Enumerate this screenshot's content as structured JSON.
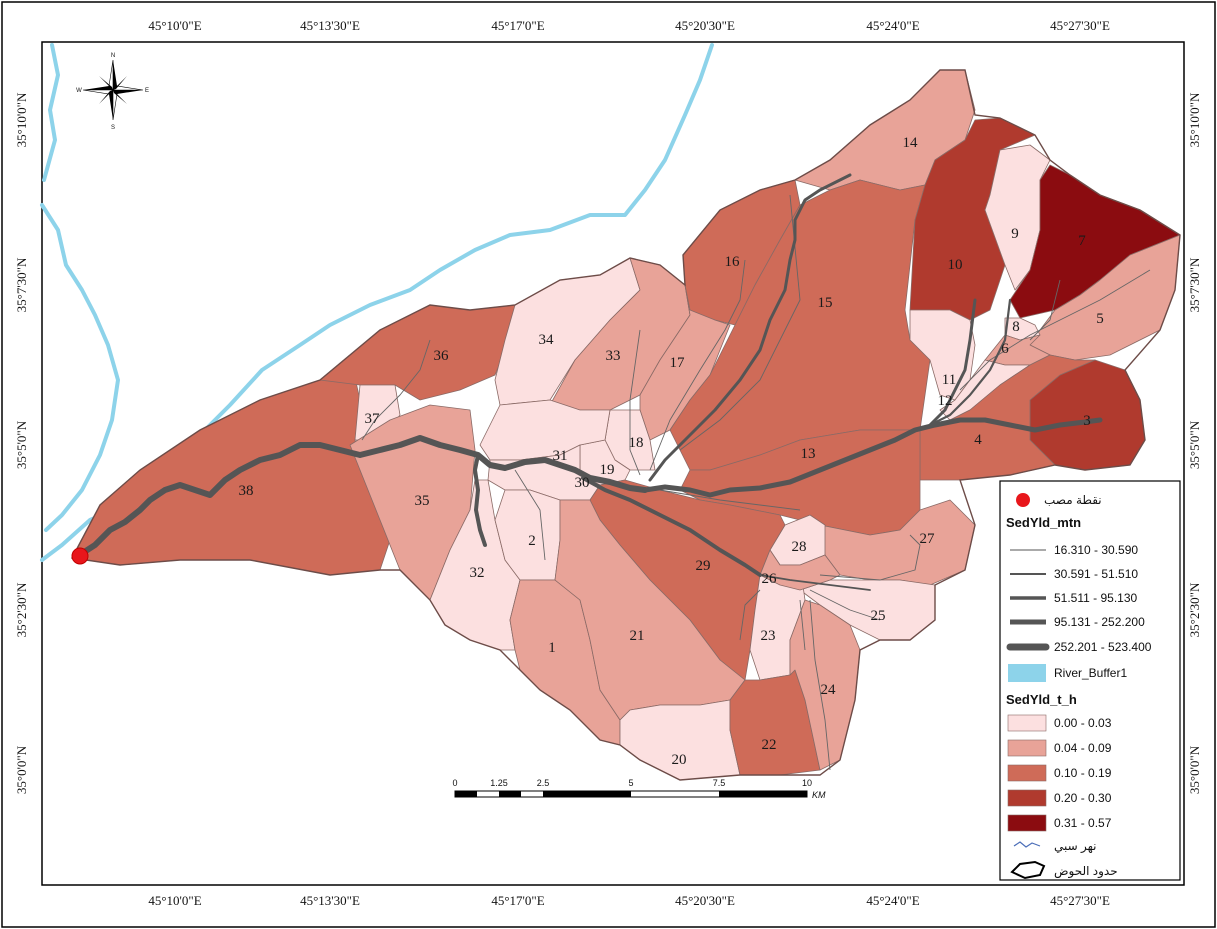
{
  "map": {
    "top_lon_labels": [
      "45°10'0\"E",
      "45°13'30\"E",
      "45°17'0\"E",
      "45°20'30\"E",
      "45°24'0\"E",
      "45°27'30\"E"
    ],
    "bottom_lon_labels": [
      "45°10'0\"E",
      "45°13'30\"E",
      "45°17'0\"E",
      "45°20'30\"E",
      "45°24'0\"E",
      "45°27'30\"E"
    ],
    "left_lat_labels": [
      "35°10'0\"N",
      "35°7'30\"N",
      "35°5'0\"N",
      "35°2'30\"N",
      "35°0'0\"N"
    ],
    "right_lat_labels": [
      "35°10'0\"N",
      "35°7'30\"N",
      "35°5'0\"N",
      "35°2'30\"N",
      "35°0'0\"N"
    ],
    "river_color": "#8dd3ea",
    "stream_color": "#555555",
    "subbasins": [
      {
        "id": "1",
        "class": 1
      },
      {
        "id": "2",
        "class": 0
      },
      {
        "id": "3",
        "class": 3
      },
      {
        "id": "4",
        "class": 2
      },
      {
        "id": "5",
        "class": 1
      },
      {
        "id": "6",
        "class": 1
      },
      {
        "id": "7",
        "class": 4
      },
      {
        "id": "8",
        "class": 0
      },
      {
        "id": "9",
        "class": 0
      },
      {
        "id": "10",
        "class": 3
      },
      {
        "id": "11",
        "class": 0
      },
      {
        "id": "12",
        "class": 0
      },
      {
        "id": "13",
        "class": 2
      },
      {
        "id": "14",
        "class": 1
      },
      {
        "id": "15",
        "class": 2
      },
      {
        "id": "16",
        "class": 2
      },
      {
        "id": "17",
        "class": 1
      },
      {
        "id": "18",
        "class": 0
      },
      {
        "id": "19",
        "class": 0
      },
      {
        "id": "20",
        "class": 0
      },
      {
        "id": "21",
        "class": 1
      },
      {
        "id": "22",
        "class": 2
      },
      {
        "id": "23",
        "class": 0
      },
      {
        "id": "24",
        "class": 1
      },
      {
        "id": "25",
        "class": 0
      },
      {
        "id": "26",
        "class": 1
      },
      {
        "id": "27",
        "class": 1
      },
      {
        "id": "28",
        "class": 0
      },
      {
        "id": "29",
        "class": 2
      },
      {
        "id": "30",
        "class": 0
      },
      {
        "id": "31",
        "class": 0
      },
      {
        "id": "32",
        "class": 0
      },
      {
        "id": "33",
        "class": 1
      },
      {
        "id": "34",
        "class": 0
      },
      {
        "id": "35",
        "class": 1
      },
      {
        "id": "36",
        "class": 2
      },
      {
        "id": "37",
        "class": 0
      },
      {
        "id": "38",
        "class": 2
      }
    ]
  },
  "compass": {
    "n": "N",
    "s": "S",
    "e": "E",
    "w": "W"
  },
  "legend": {
    "outlet_label": "نقطة مصب",
    "sediment_line_title": "SedYld_mtn",
    "sediment_line_classes": [
      {
        "label": "16.310 - 30.590",
        "width": 1
      },
      {
        "label": "30.591 - 51.510",
        "width": 2
      },
      {
        "label": "51.511 - 95.130",
        "width": 3.5
      },
      {
        "label": "95.131 - 252.200",
        "width": 5
      },
      {
        "label": "252.201 - 523.400",
        "width": 7
      }
    ],
    "river_buffer_label": "River_Buffer1",
    "sediment_area_title": "SedYld_t_h",
    "sediment_area_classes": [
      {
        "label": "0.00 - 0.03",
        "color": "#fce0e0"
      },
      {
        "label": "0.04 - 0.09",
        "color": "#e8a398"
      },
      {
        "label": "0.10 - 0.19",
        "color": "#cf6b58"
      },
      {
        "label": "0.20 - 0.30",
        "color": "#b03a2e"
      },
      {
        "label": "0.31 - 0.57",
        "color": "#8b0c10"
      }
    ],
    "stream_label": "نهر سبي",
    "basin_boundary_label": "حدود الحوض"
  },
  "scale_bar": {
    "ticks": [
      "0",
      "1.25",
      "2.5",
      "5",
      "7.5",
      "10"
    ],
    "unit": "KM"
  }
}
